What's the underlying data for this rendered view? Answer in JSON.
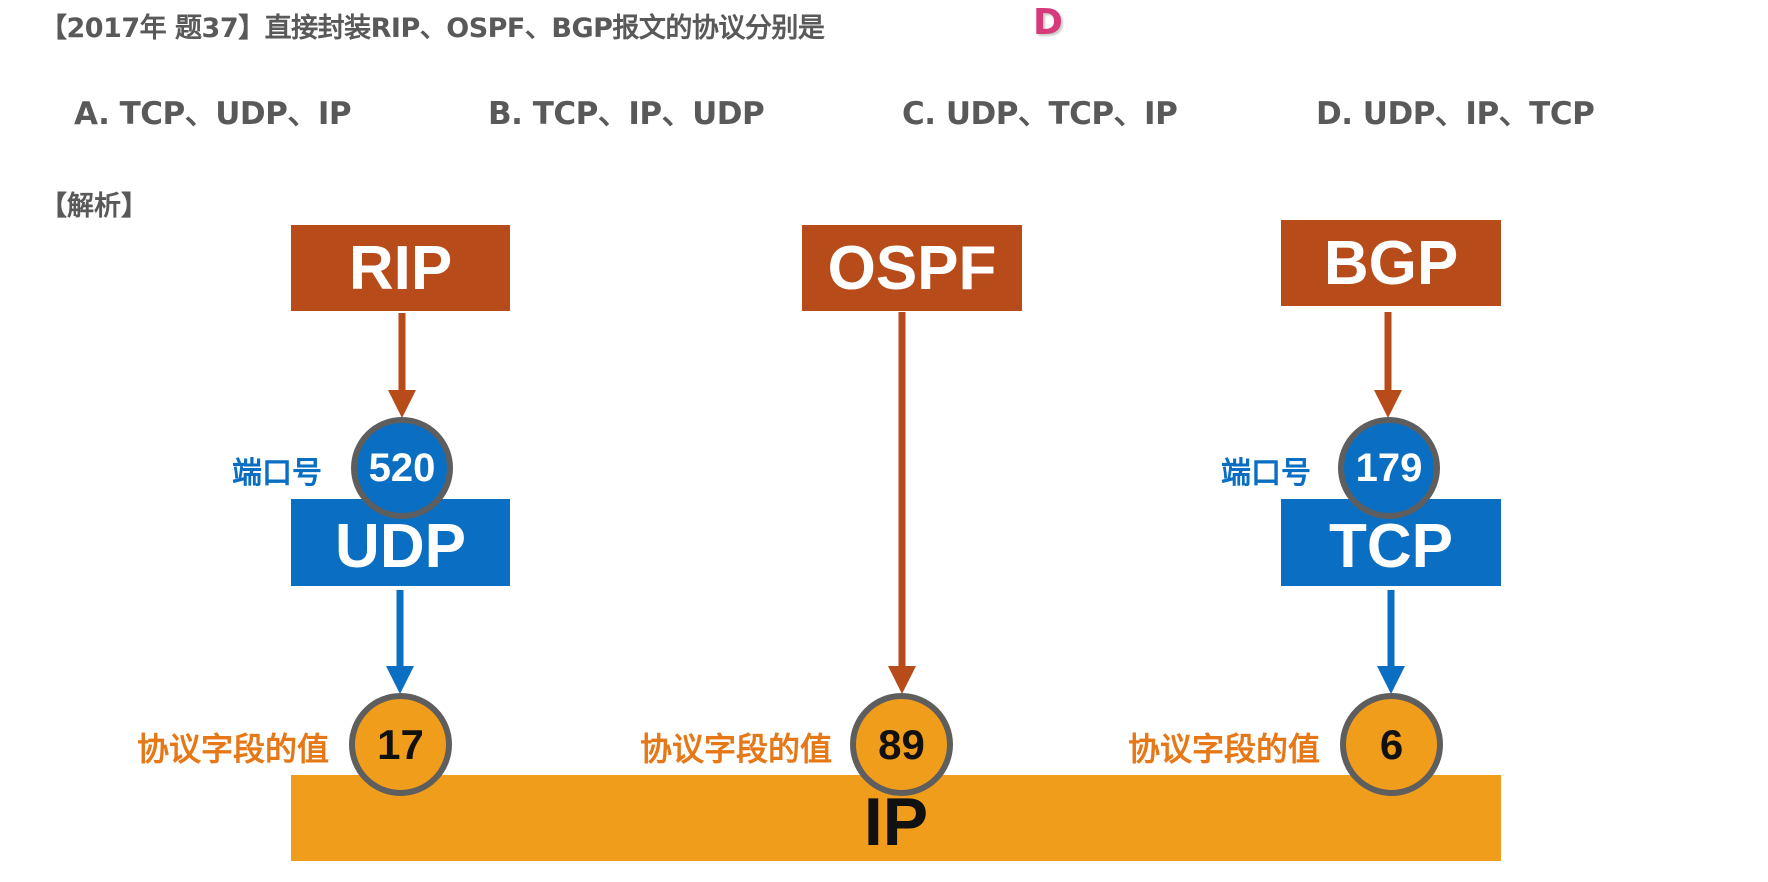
{
  "question": {
    "title": "【2017年 题37】直接封装RIP、OSPF、BGP报文的协议分别是",
    "answer": "D",
    "options": [
      {
        "label": "A. TCP、UDP、IP"
      },
      {
        "label": "B. TCP、IP、UDP"
      },
      {
        "label": "C. UDP、TCP、IP"
      },
      {
        "label": "D. UDP、IP、TCP"
      }
    ]
  },
  "analysis": {
    "label": "【解析】",
    "diagram": {
      "applications": [
        {
          "name": "RIP",
          "transport": "UDP",
          "port_label": "端口号",
          "port": "520",
          "proto_label": "协议字段的值",
          "proto_value": "17"
        },
        {
          "name": "OSPF",
          "transport": null,
          "port_label": null,
          "port": null,
          "proto_label": "协议字段的值",
          "proto_value": "89"
        },
        {
          "name": "BGP",
          "transport": "TCP",
          "port_label": "端口号",
          "port": "179",
          "proto_label": "协议字段的值",
          "proto_value": "6"
        }
      ],
      "network_layer": "IP",
      "colors": {
        "application": "#b84b1a",
        "transport": "#0a6fc2",
        "network": "#f19d1c",
        "port_label": "#0a6fc2",
        "proto_label": "#e67817",
        "circle_border": "#5e5e5e",
        "answer": "#d63a7a"
      }
    }
  }
}
